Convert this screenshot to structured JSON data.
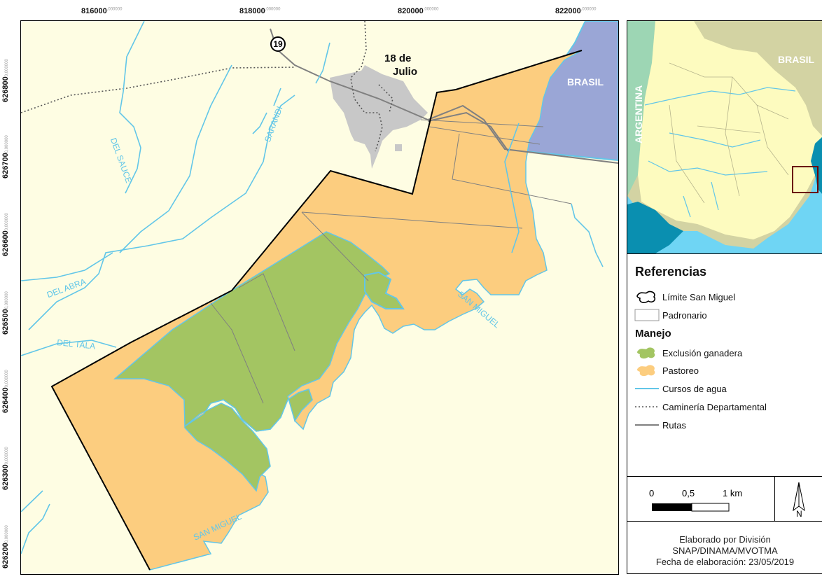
{
  "axes": {
    "x_ticks": [
      {
        "main": "816000",
        "dec": ",000000"
      },
      {
        "main": "818000",
        "dec": ",000000"
      },
      {
        "main": "820000",
        "dec": ",000000"
      },
      {
        "main": "822000",
        "dec": ",000000"
      }
    ],
    "y_ticks": [
      {
        "main": "626800",
        "dec": "0,000000"
      },
      {
        "main": "626700",
        "dec": "0,000000"
      },
      {
        "main": "626600",
        "dec": "0,000000"
      },
      {
        "main": "626500",
        "dec": "0,000000"
      },
      {
        "main": "626400",
        "dec": "0,000000"
      },
      {
        "main": "626300",
        "dec": "0,000000"
      },
      {
        "main": "626200",
        "dec": "0,000000"
      }
    ]
  },
  "main_map": {
    "town_label_line1": "18 de",
    "town_label_line2": "Julio",
    "country_label": "BRASIL",
    "route_number": "19",
    "rivers": {
      "del_sauce": "DEL SAUCE",
      "sarandi": "SARANDI",
      "del_abra": "DEL ABRA",
      "del_tala": "DEL TALA",
      "san_miguel_1": "SAN MIGUEL",
      "san_miguel_2": "SAN MIGUEL"
    }
  },
  "inset_map": {
    "brasil": "BRASIL",
    "argentina": "ARGENTINA"
  },
  "legend": {
    "title": "Referencias",
    "limite": "Límite San Miguel",
    "padronario": "Padronario",
    "manejo_title": "Manejo",
    "exclusion": "Exclusión ganadera",
    "pastoreo": "Pastoreo",
    "cursos": "Cursos de agua",
    "camineria": "Caminería Departamental",
    "rutas": "Rutas"
  },
  "scale_bar": {
    "label_0": "0",
    "label_mid": "0,5",
    "label_end": "1 km"
  },
  "north_arrow": {
    "label": "N"
  },
  "credits": {
    "line1": "Elaborado por División",
    "line2": "SNAP/DINAMA/MVOTMA",
    "line3": "Fecha de elaboración: 23/05/2019"
  },
  "colors": {
    "background": "#fefde3",
    "pastoreo": "#fccd7f",
    "exclusion": "#a3c562",
    "water": "#62c6e8",
    "brasil_main": "#9aa6d6",
    "town": "#c8c8c8",
    "inset_uruguay": "#fdfbbf",
    "inset_brasil": "#d3d3a3",
    "inset_argentina": "#9dd6b4",
    "inset_ocean": "#6fd5f4"
  }
}
